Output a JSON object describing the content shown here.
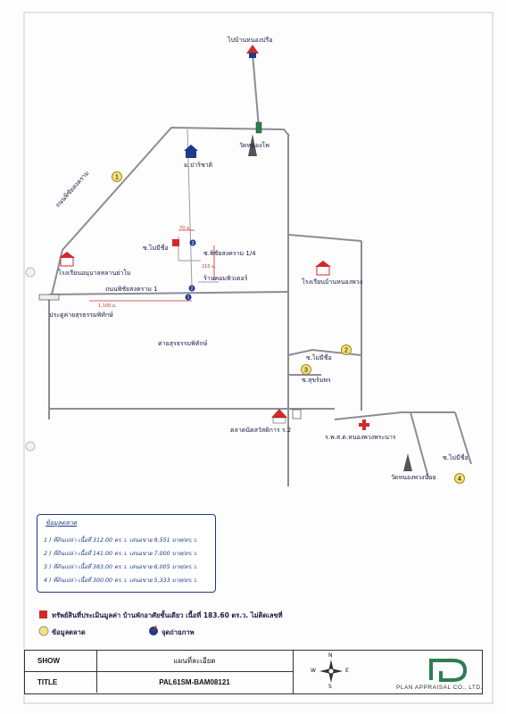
{
  "colors": {
    "road": "#9a9aa6",
    "road_dark": "#6b6b78",
    "ink": "#1a1a40",
    "brand": "#2e7d4f",
    "accent_red": "#d12a2a",
    "marker_yellow": "#f5e27a"
  },
  "map": {
    "direction_top": "ไปบ้านหนองปรือ",
    "road_main_diag": "ถนนพิชัยสงคราม",
    "road_soi1": "ถนนพิชัยสงคราม 1",
    "road_soi14": "ซ.พิชัยสงคราม 1/4",
    "road_nameless_left": "ซ.ไม่มีชื่อ",
    "road_nameless_right": "ซ.ไม่มีชื่อ",
    "road_nameless_far": "ซ.ไม่มีชื่อ",
    "road_sukho": "ซ.สุขร้มพร",
    "temple_top": "วัดหนองโพ",
    "village": "ม.ปาริชาติ",
    "school_left": "โรงเรียนอนุบาลหลานย่าโม",
    "school_right": "โรงเรียนบ้านหนองพวง",
    "shop": "ร้านคอมพิวเตอร์",
    "camp": "ค่ายสุรธรรมพิทักษ์",
    "gate": "ประตูค่ายสุรธรรมพิทักษ์",
    "market": "ตลาดนัดสวัสดิการ ร.2",
    "hospital": "ร.พ.ส.ต.หนองพวงพระนาร",
    "temple_bottom": "วัดหนองพวงน้อย",
    "dist_70": "70 ม.",
    "dist_210": "210 ม.",
    "dist_1100": "1,100 ม.",
    "markers": [
      "1",
      "2",
      "3",
      "4"
    ],
    "photo_points": [
      "1",
      "2",
      "3"
    ]
  },
  "legend": {
    "title": "ข้อมูลตลาด",
    "rows": [
      "1 )  ที่ดินเปล่า เนื้อที่ 312.00 ตร.ว. เสนอขาย 9,551 บาท/ตร.ว.",
      "2 )  ที่ดินเปล่า เนื้อที่ 141.00 ตร.ว. เสนอขาย 7,000 บาท/ตร.ว.",
      "3 )  ที่ดินเปล่า เนื้อที่ 383.00 ตร.ว. เสนอขาย 6,005 บาท/ตร.ว.",
      "4 )  ที่ดินเปล่า เนื้อที่ 300.00 ตร.ว. เสนอขาย 5,333 บาท/ตร.ว."
    ]
  },
  "keys": {
    "property": "ทรัพย์สินที่ประเมินมูลค่า บ้านพักอาศัยชั้นเดียว เนื้อที่ 183.60 ตร.ว. ไม่ติดเลขที่",
    "market_data": "ข้อมูลตลาด",
    "photo_point": "จุดถ่ายภาพ"
  },
  "titleblock": {
    "show_key": "SHOW",
    "show_val": "แผนที่ละเอียด",
    "title_key": "TITLE",
    "title_val": "PAL61SM-BAM08121",
    "company": "PLAN APPRAISAL CO., LTD.",
    "compass": [
      "N",
      "E",
      "S",
      "W"
    ]
  }
}
